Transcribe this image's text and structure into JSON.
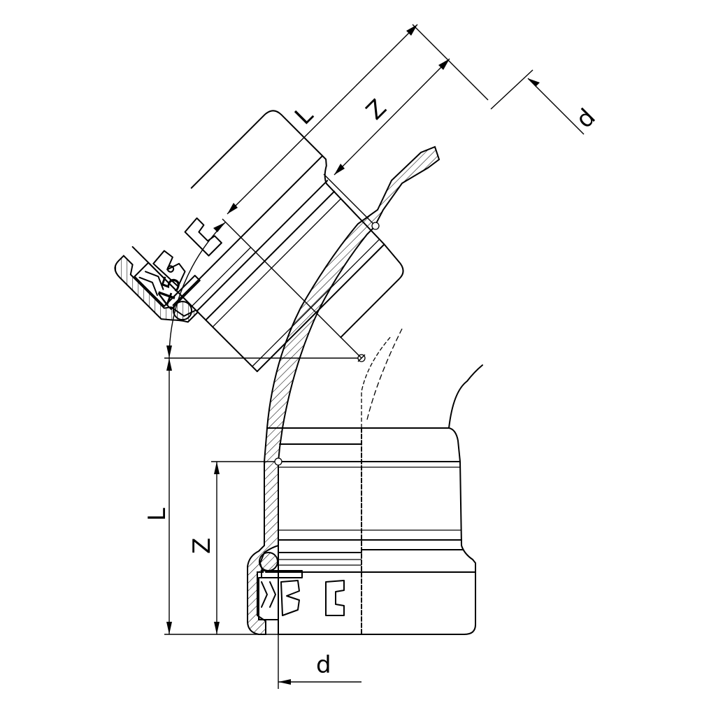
{
  "drawing": {
    "labels": {
      "angle": "45°",
      "length_top": "L",
      "socket_depth_top": "Z",
      "diameter_top": "d",
      "length_bottom": "L",
      "socket_depth_bottom": "Z",
      "diameter_bottom": "d"
    },
    "colors": {
      "line": "#000000",
      "background": "#ffffff"
    }
  }
}
